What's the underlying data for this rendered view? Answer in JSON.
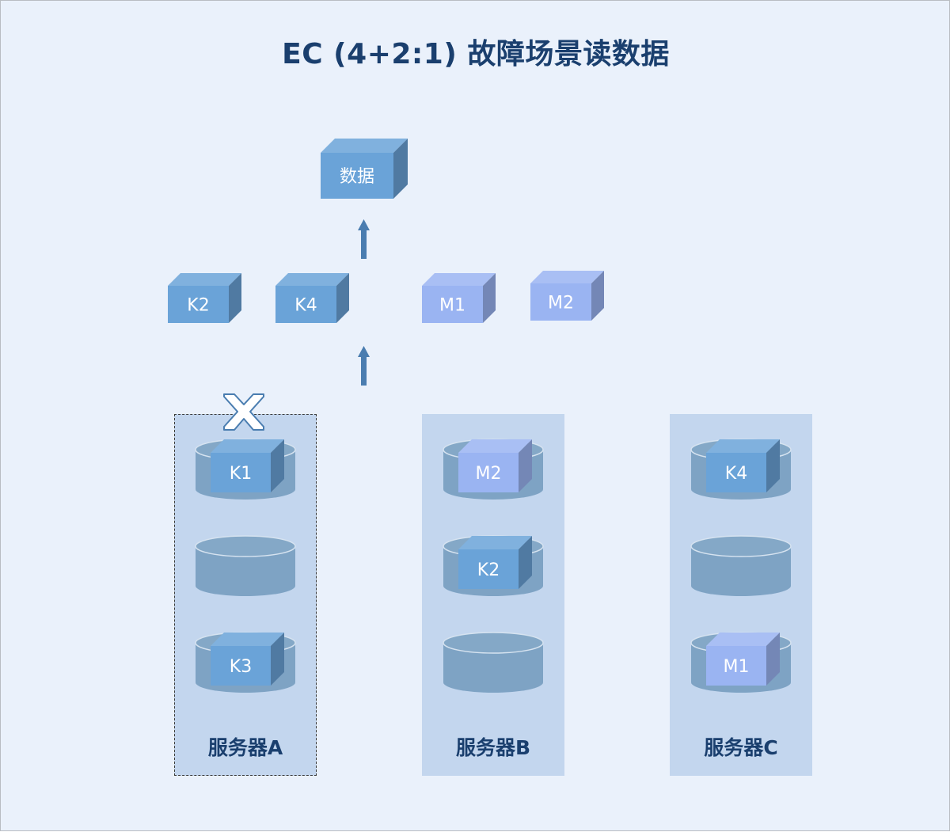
{
  "title": "EC (4+2:1) 故障场景读数据",
  "result_block": "数据",
  "read_blocks": [
    "K2",
    "K4",
    "M1",
    "M2"
  ],
  "servers": [
    {
      "name": "服务器A",
      "failed": true,
      "disks": [
        "K1",
        "",
        "K3"
      ]
    },
    {
      "name": "服务器B",
      "failed": false,
      "disks": [
        "M2",
        "K2",
        ""
      ]
    },
    {
      "name": "服务器C",
      "failed": false,
      "disks": [
        "K4",
        "",
        "M1"
      ]
    }
  ],
  "colors": {
    "k_block": "#6aa3d8",
    "m_block": "#9ab4f2",
    "disk": "#7ea3c4",
    "arrow": "#4a7db0",
    "title": "#1a3f6e"
  }
}
